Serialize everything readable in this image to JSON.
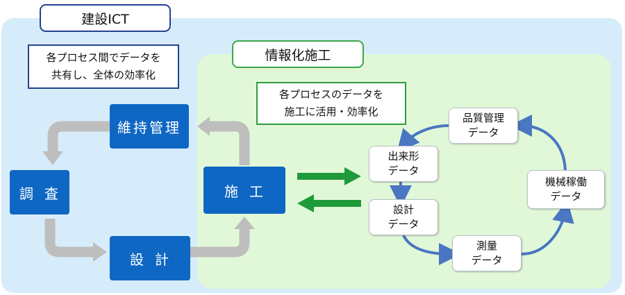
{
  "title_ict": "建設ICT",
  "title_construction": "情報化施工",
  "note_blue": {
    "line1": "各プロセス間でデータを",
    "line2": "共有し、全体の効率化"
  },
  "note_green": {
    "line1": "各プロセスのデータを",
    "line2": "施工に活用・効率化"
  },
  "processes": {
    "maintenance": "維持管理",
    "survey": "調査",
    "design": "設計",
    "construction": "施工"
  },
  "data_nodes": {
    "quality": {
      "line1": "品質管理",
      "line2": "データ"
    },
    "output": {
      "line1": "出来形",
      "line2": "データ"
    },
    "design": {
      "line1": "設計",
      "line2": "データ"
    },
    "survey": {
      "line1": "測量",
      "line2": "データ"
    },
    "machine": {
      "line1": "機械稼働",
      "line2": "データ"
    }
  },
  "colors": {
    "outer_region": "#d7ecfb",
    "inner_region": "#e1f8d8",
    "process_box": "#0f67c4",
    "gray_arrow": "#bebebe",
    "green_arrow": "#1f9a3a",
    "blue_arrow": "#4a76c2"
  }
}
